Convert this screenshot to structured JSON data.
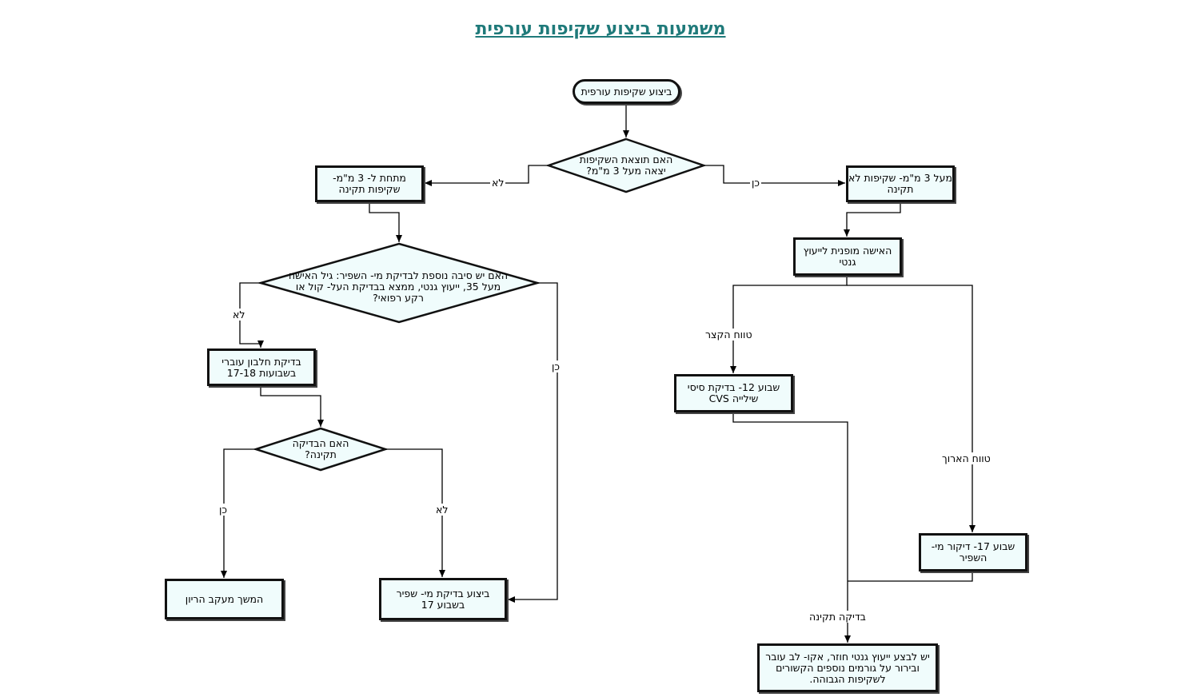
{
  "title": "משמעות ביצוע שקיפות עורפית",
  "nodes": {
    "start": "ביצוע שקיפות עורפית",
    "q1": "האם תוצאת השקיפות יצאה מעל 3 מ\"מ?",
    "below3": "מתחת ל- 3 מ\"מ- שקיפות תקינה",
    "above3": "מעל 3 מ\"מ- שקיפות לא תקינה",
    "q2": "האם יש סיבה נוספת לבדיקת מי- השפיר: גיל האישה מעל 35, ייעוץ גנטי, ממצא בבדיקת העל- קול או רקע רפואי?",
    "referral": "האישה מופנית לייעוץ גנטי",
    "afp": "בדיקת חלבון עוברי בשבועות 17-18",
    "cvs": "שבוע 12- בדיקת סיסי שילייה CVS",
    "q3": "האם הבדיקה תקינה?",
    "amnio17": "שבוע 17- דיקור מי- השפיר",
    "continue": "המשך מעקב הריון",
    "do_amnio": "ביצוע בדיקת מי- שפיר בשבוע 17",
    "final": "יש לבצע ייעוץ גנטי חוזר, אקו- לב עובר ובירור על גורמים נוספים הקשורים לשקיפות הגבוהה."
  },
  "labels": {
    "q1_no": "לא",
    "q1_yes": "כן",
    "q2_no": "לא",
    "q2_yes": "כן",
    "short_range": "טווח הקצר",
    "long_range": "טווח הארוך",
    "q3_yes": "כן",
    "q3_no": "לא",
    "normal_test": "בדיקה תקינה"
  },
  "colors": {
    "title": "#1f7a7a",
    "node_fill": "#f0fcfc",
    "border": "#111111"
  }
}
